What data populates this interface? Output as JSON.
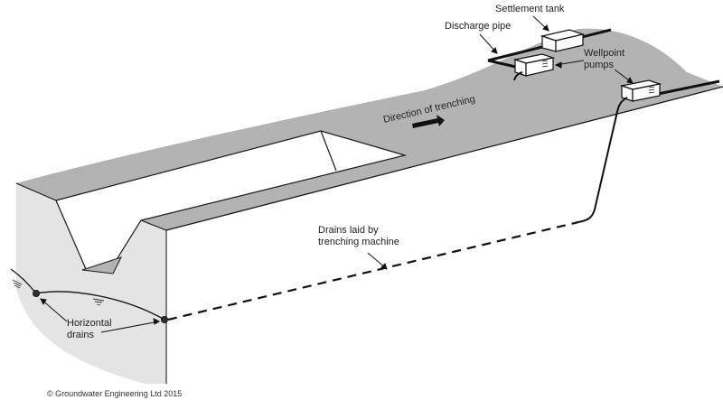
{
  "diagram": {
    "title": "Wellpoint dewatering with horizontal drains laid by trenching machine",
    "labels": {
      "settlement_tank": "Settlement tank",
      "discharge_pipe": "Discharge pipe",
      "wellpoint_pumps_line1": "Wellpoint",
      "wellpoint_pumps_line2": "pumps",
      "direction": "Direction of trenching",
      "drains_line1": "Drains laid by",
      "drains_line2": "trenching machine",
      "horizontal_line1": "Horizontal",
      "horizontal_line2": "drains"
    },
    "copyright": "© Groundwater Engineering Ltd 2015",
    "colors": {
      "ground_surface": "#b3b3b3",
      "soil_section": "#e4e4e4",
      "line": "#1a1a1a",
      "equipment": "#ffffff"
    }
  }
}
